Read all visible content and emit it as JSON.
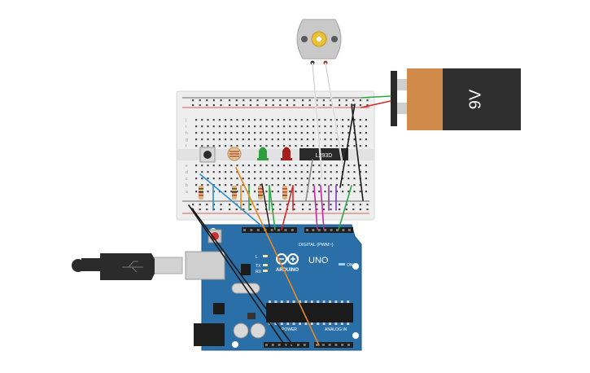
{
  "battery": {
    "label": "9V",
    "body_color": "#2f2f2f",
    "cap_color": "#d08a4a"
  },
  "motor": {
    "label": ""
  },
  "ic": {
    "label": "L293D"
  },
  "arduino": {
    "brand": "ARDUINO",
    "model": "UNO",
    "digital_label": "DIGITAL (PWM~)",
    "power_label": "POWER",
    "analog_label": "ANALOG IN",
    "on_label": "ON",
    "tx_label": "TX",
    "rx_label": "RX",
    "l_label": "L",
    "board_color": "#2a6fa8"
  },
  "breadboard": {
    "row_letters_top": [
      "j",
      "i",
      "h",
      "g",
      "f"
    ],
    "row_letters_bottom": [
      "e",
      "d",
      "c",
      "b",
      "a"
    ]
  },
  "components": {
    "led_colors": [
      "#2e9e3e",
      "#a51e1e"
    ],
    "pushbutton": "pushbutton",
    "photoresistor": "photoresistor"
  },
  "wire_colors": {
    "red": "#d12b2b",
    "black": "#1a1a1a",
    "green": "#2ea844",
    "blue": "#2b8fd1",
    "orange": "#e8891f",
    "magenta": "#c52a9b",
    "purple": "#7d3fb5",
    "white": "#f2f2f2",
    "gray": "#8a8a8a"
  }
}
